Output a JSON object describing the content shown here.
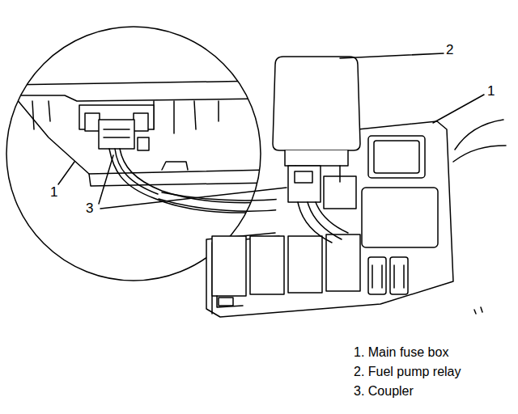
{
  "diagram": {
    "labels": [
      "2",
      "1",
      "1",
      "3",
      "1. Main fuse box",
      "2. Fuel pump relay",
      "3. Coupler"
    ]
  }
}
